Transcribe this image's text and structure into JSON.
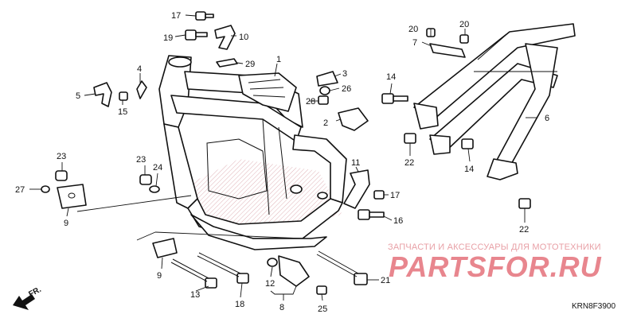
{
  "watermark": {
    "tagline": "ЗАПЧАСТИ И АКСЕССУАРЫ ДЛЯ МОТОТЕХНИКИ",
    "brand": "PARTSFOR.RU"
  },
  "diagram_code": "KRN8F3900",
  "direction_label": "FR.",
  "icons": {
    "front_arrow": "front-direction-arrow-icon"
  },
  "colors": {
    "watermark": "#e8868e",
    "line": "#111111"
  },
  "callouts": {
    "c1": "1",
    "c2": "2",
    "c3": "3",
    "c4": "4",
    "c5": "5",
    "c6": "6",
    "c7": "7",
    "c8": "8",
    "c9a": "9",
    "c9b": "9",
    "c10": "10",
    "c11": "11",
    "c12": "12",
    "c13": "13",
    "c14a": "14",
    "c14b": "14",
    "c15": "15",
    "c16": "16",
    "c17a": "17",
    "c17b": "17",
    "c18": "18",
    "c19": "19",
    "c20a": "20",
    "c20b": "20",
    "c21": "21",
    "c22a": "22",
    "c22b": "22",
    "c23a": "23",
    "c23b": "23",
    "c24": "24",
    "c25": "25",
    "c26": "26",
    "c27": "27",
    "c28": "28",
    "c29": "29"
  }
}
